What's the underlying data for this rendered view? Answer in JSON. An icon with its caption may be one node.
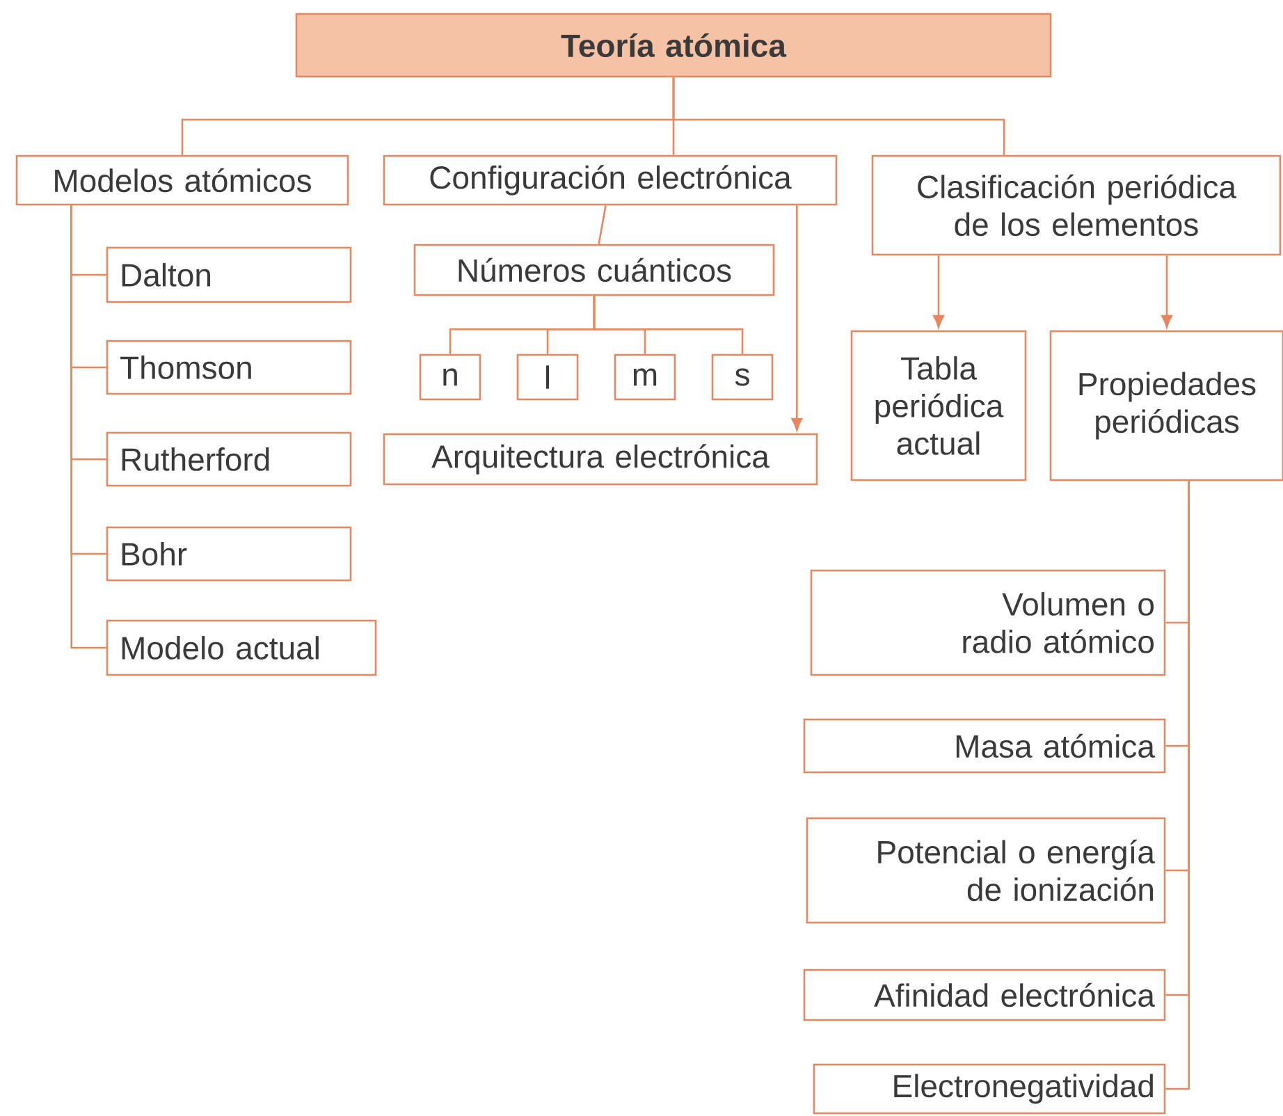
{
  "diagram": {
    "nodes": [
      {
        "text": [
          "Teoría atómica"
        ]
      },
      {
        "text": [
          "Modelos atómicos"
        ]
      },
      {
        "text": [
          "Configuración electrónica"
        ]
      },
      {
        "text": [
          "Clasificación periódica de los elementos"
        ]
      },
      {
        "text": [
          "Dalton"
        ]
      },
      {
        "text": [
          "Thomson"
        ]
      },
      {
        "text": [
          "Rutherford"
        ]
      },
      {
        "text": [
          "Bohr"
        ]
      },
      {
        "text": [
          "Modelo actual"
        ]
      },
      {
        "text": [
          "Números cuánticos"
        ]
      },
      {
        "text": [
          "n"
        ]
      },
      {
        "text": [
          "l"
        ]
      },
      {
        "text": [
          "m"
        ]
      },
      {
        "text": [
          "s"
        ]
      },
      {
        "text": [
          "Arquitectura electrónica"
        ]
      },
      {
        "text": [
          "Tabla periódica actual"
        ]
      },
      {
        "text": [
          "Propiedades periódicas"
        ]
      },
      {
        "text": [
          "Volumen o radio atómico"
        ]
      },
      {
        "text": [
          "Masa atómica"
        ]
      },
      {
        "text": [
          "Potencial o energía de ionización"
        ]
      },
      {
        "text": [
          "Afinidad electrónica"
        ]
      },
      {
        "text": [
          "Electronegatividad"
        ]
      }
    ],
    "edges": [
      {
        "from": 0,
        "to": 1,
        "arrow": "none"
      },
      {
        "from": 0,
        "to": 2,
        "arrow": "none"
      },
      {
        "from": 0,
        "to": 3,
        "arrow": "none"
      },
      {
        "from": 1,
        "to": 4,
        "arrow": "none"
      },
      {
        "from": 1,
        "to": 5,
        "arrow": "none"
      },
      {
        "from": 1,
        "to": 6,
        "arrow": "none"
      },
      {
        "from": 1,
        "to": 7,
        "arrow": "none"
      },
      {
        "from": 1,
        "to": 8,
        "arrow": "none"
      },
      {
        "from": 2,
        "to": 9,
        "arrow": "none"
      },
      {
        "from": 9,
        "to": 10,
        "arrow": "none"
      },
      {
        "from": 9,
        "to": 11,
        "arrow": "none"
      },
      {
        "from": 9,
        "to": 12,
        "arrow": "none"
      },
      {
        "from": 9,
        "to": 13,
        "arrow": "none"
      },
      {
        "from": 2,
        "to": 14,
        "arrow": "to"
      },
      {
        "from": 3,
        "to": 15,
        "arrow": "to"
      },
      {
        "from": 3,
        "to": 16,
        "arrow": "to"
      },
      {
        "from": 16,
        "to": 17,
        "arrow": "none"
      },
      {
        "from": 16,
        "to": 18,
        "arrow": "none"
      },
      {
        "from": 16,
        "to": 19,
        "arrow": "none"
      },
      {
        "from": 16,
        "to": 20,
        "arrow": "none"
      },
      {
        "from": 16,
        "to": 21,
        "arrow": "none"
      }
    ]
  }
}
